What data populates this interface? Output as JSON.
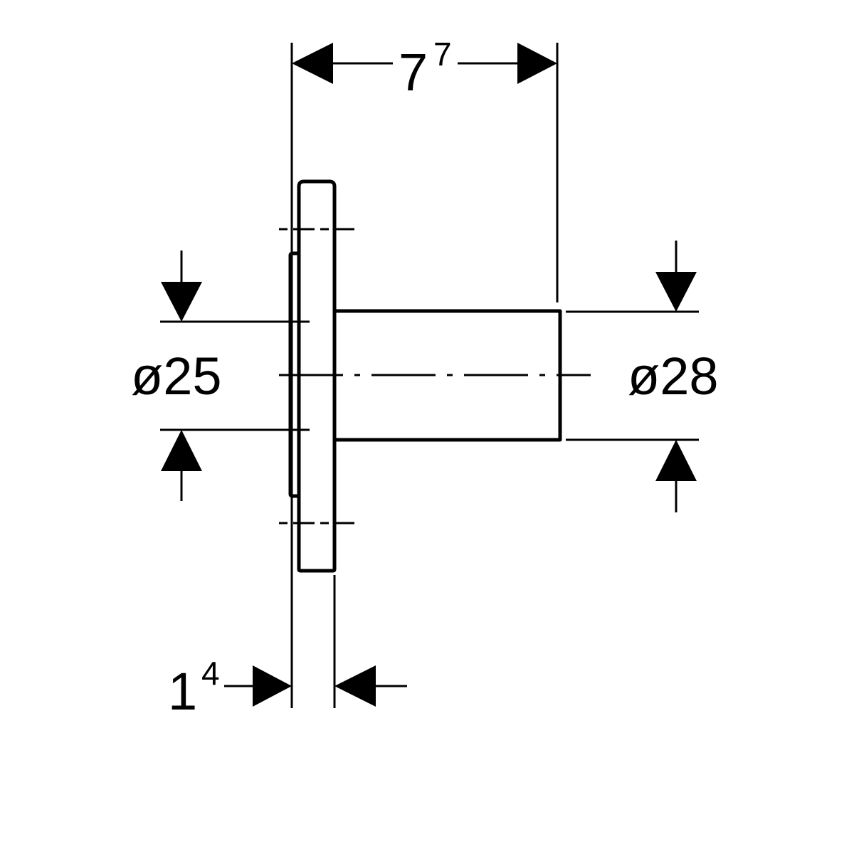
{
  "dimensions": {
    "top_width": {
      "base": "7",
      "sup": "7"
    },
    "bottom_width": {
      "base": "1",
      "sup": "4"
    },
    "left_diameter": "ø25",
    "right_diameter": "ø28"
  },
  "colors": {
    "line": "#000000",
    "background": "#ffffff"
  }
}
